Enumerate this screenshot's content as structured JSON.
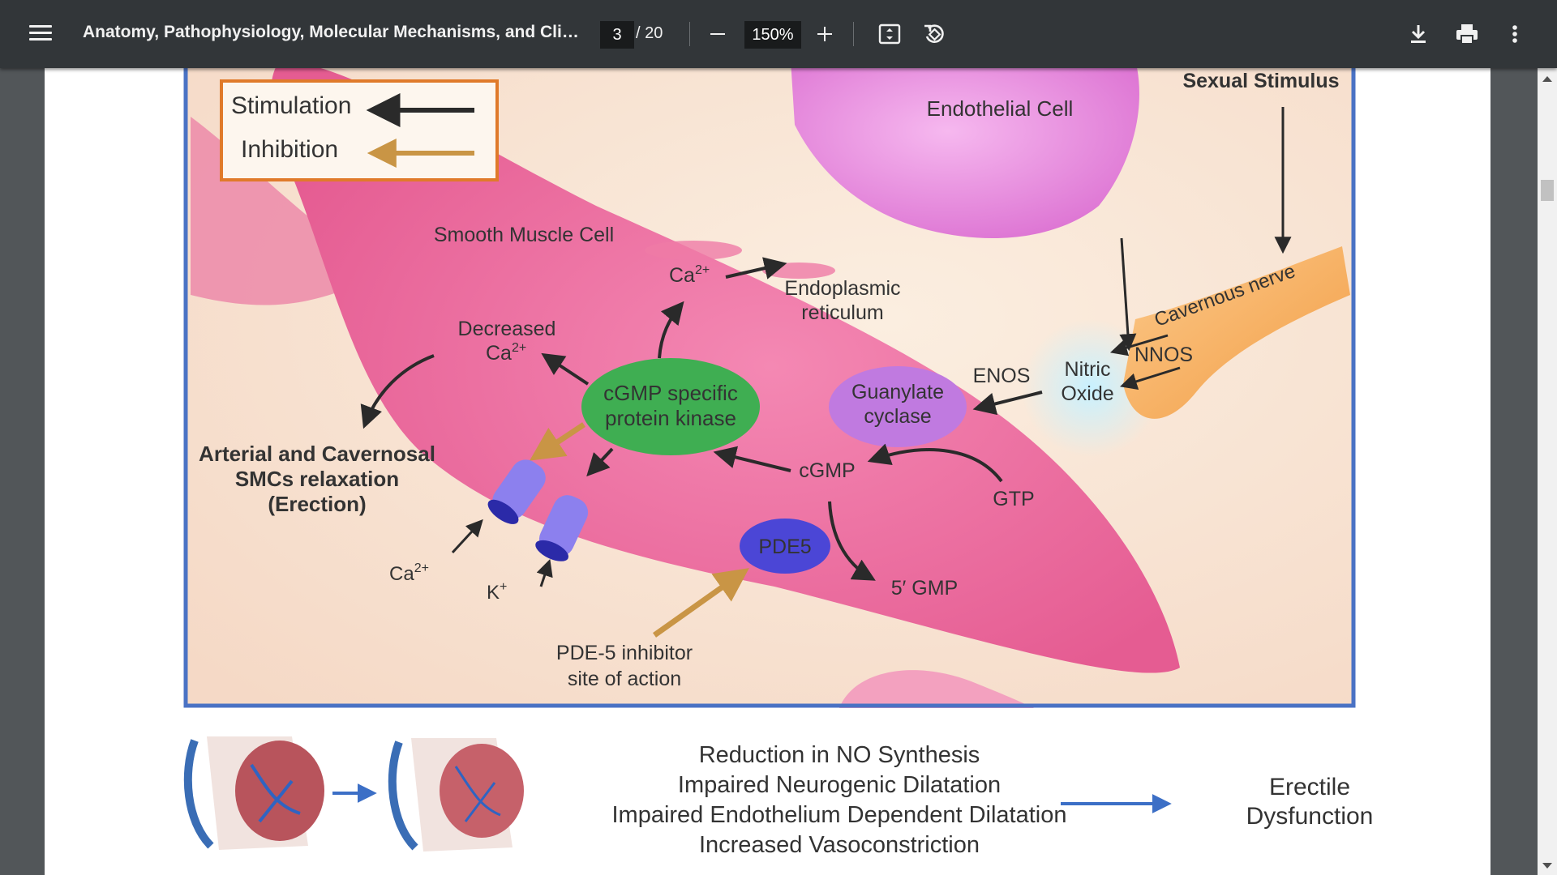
{
  "toolbar": {
    "title": "Anatomy, Pathophysiology, Molecular Mechanisms, and Clinical...",
    "page_current": "3",
    "page_total": "/ 20",
    "zoom": "150%"
  },
  "figure": {
    "legend": {
      "stimulation": "Stimulation",
      "inhibition": "Inhibition"
    },
    "labels": {
      "sexual_stimulus": "Sexual Stimulus",
      "endothelial_cell": "Endothelial Cell",
      "smooth_muscle_cell": "Smooth Muscle Cell",
      "ca": "Ca",
      "sup_2plus": "2+",
      "endoplasmic": "Endoplasmic",
      "reticulum": "reticulum",
      "cavernous_nerve": "Cavernous nerve",
      "nnos": "NNOS",
      "nitric": "Nitric",
      "oxide": "Oxide",
      "enos": "ENOS",
      "decreased": "Decreased",
      "cgmp_kinase_1": "cGMP specific",
      "cgmp_kinase_2": "protein kinase",
      "guanylate": "Guanylate",
      "cyclase": "cyclase",
      "cgmp": "cGMP",
      "gtp": "GTP",
      "pde5": "PDE5",
      "five_gmp": "5′ GMP",
      "relax_1": "Arterial and Cavernosal",
      "relax_2": "SMCs relaxation",
      "relax_3": "(Erection)",
      "k": "K",
      "sup_plus": "+",
      "pde5_inhib_1": "PDE-5 inhibitor",
      "pde5_inhib_2": "site of action"
    },
    "bottom": {
      "line1": "Reduction in NO Synthesis",
      "line2": "Impaired Neurogenic Dilatation",
      "line3": "Impaired Endothelium Dependent Dilatation",
      "line4": "Increased Vasoconstriction",
      "erectile_1": "Erectile",
      "erectile_2": "Dysfunction"
    }
  },
  "colors": {
    "toolbar": "#323639",
    "frame_blue": "#4a72c4",
    "legend_orange": "#e07a2a",
    "cell_pink": "#f27aa6",
    "endothelial": "#ec8ee0",
    "kinase_green": "#3fae52",
    "guanylate_purple": "#c07ae0",
    "pde5_blue": "#4b46d6",
    "nitric_glow": "#aee8ff",
    "nerve_orange": "#f9b567"
  }
}
